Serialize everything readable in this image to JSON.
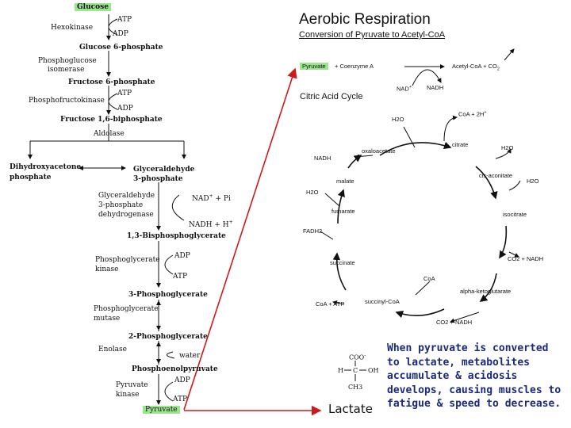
{
  "glycolysis": {
    "glucose": "Glucose",
    "hexokinase": "Hexokinase",
    "atp1": "ATP",
    "adp1": "ADP",
    "g6p": "Glucose 6-phosphate",
    "phi_1": "Phosphoglucose",
    "phi_2": "isomerase",
    "f6p": "Fructose 6-phosphate",
    "pfk": "Phosphofructokinase",
    "atp2": "ATP",
    "adp2": "ADP",
    "f16bp": "Fructose 1,6-biphosphate",
    "aldolase": "Aldolase",
    "dhap_1": "Dihydroxyacetone",
    "dhap_2": "phosphate",
    "g3p_1": "Glyceraldehyde",
    "g3p_2": "3-phosphate",
    "gapdh_1": "Glyceraldehyde",
    "gapdh_2": "3-phosphate",
    "gapdh_3": "dehydrogenase",
    "nad": "NAD",
    "nad_sup": "+",
    "pi": "+ Pi",
    "nadh": "NADH + H",
    "nadh_sup": "+",
    "bpg13": "1,3-Bisphosphoglycerate",
    "pgk_1": "Phosphoglycerate",
    "pgk_2": "kinase",
    "adp3": "ADP",
    "atp3": "ATP",
    "pg3": "3-Phosphoglycerate",
    "pgm_1": "Phosphoglycerate",
    "pgm_2": "mutase",
    "pg2": "2-Phosphoglycerate",
    "enolase": "Enolase",
    "water": "water",
    "pep": "Phosphoenolpyruvate",
    "pk_1": "Pyruvate",
    "pk_2": "kinase",
    "adp4": "ADP",
    "atp4": "ATP",
    "pyruvate": "Pyruvate"
  },
  "aerobic": {
    "title": "Aerobic Respiration",
    "subtitle": "Conversion of Pyruvate to Acetyl-CoA",
    "pyruvate": "Pyruvate",
    "coenzyme": "+ Coenzyme A",
    "acetyl": "Acetyl-CoA + CO",
    "co2_sub": "2",
    "nad": "NAD",
    "nad_sup": "+",
    "nadh": "NADH",
    "cycle_title": "Citric Acid Cycle",
    "h2o_top": "H2O",
    "coa_2h": "CoA + 2H",
    "coa_sup": "+",
    "citrate": "citrate",
    "h2o_right1": "H2O",
    "oxaloacetate": "oxaloacetate",
    "nadh_left": "NADH",
    "cis_aconitate": "cis-aconitate",
    "h2o_right2": "H2O",
    "malate": "malate",
    "h2o_left": "H2O",
    "fumarate": "fumarate",
    "isocitrate": "isocitrate",
    "fadh2": "FADH2",
    "co2_nadh1": "CO2 + NADH",
    "succinate": "succinate",
    "coa_mid": "CoA",
    "akg": "alpha-ketoglutarate",
    "coa_atp": "CoA + ATP",
    "succinyl": "succinyl-CoA",
    "co2_nadh2": "CO2 + NADH"
  },
  "lactate": {
    "coo": "COO",
    "coo_sup": "-",
    "h": "H",
    "c": "C",
    "oh": "OH",
    "ch3": "CH3",
    "label": "Lactate"
  },
  "note": {
    "lines": [
      "When pyruvate is converted",
      "to lactate, metabolites",
      "accumulate & acidosis",
      "develops, causing muscles to",
      "fatigue & speed to decrease."
    ]
  },
  "colors": {
    "highlight": "#9be58f",
    "arrow_red": "#d11919",
    "note_text": "#1a2a7a"
  }
}
